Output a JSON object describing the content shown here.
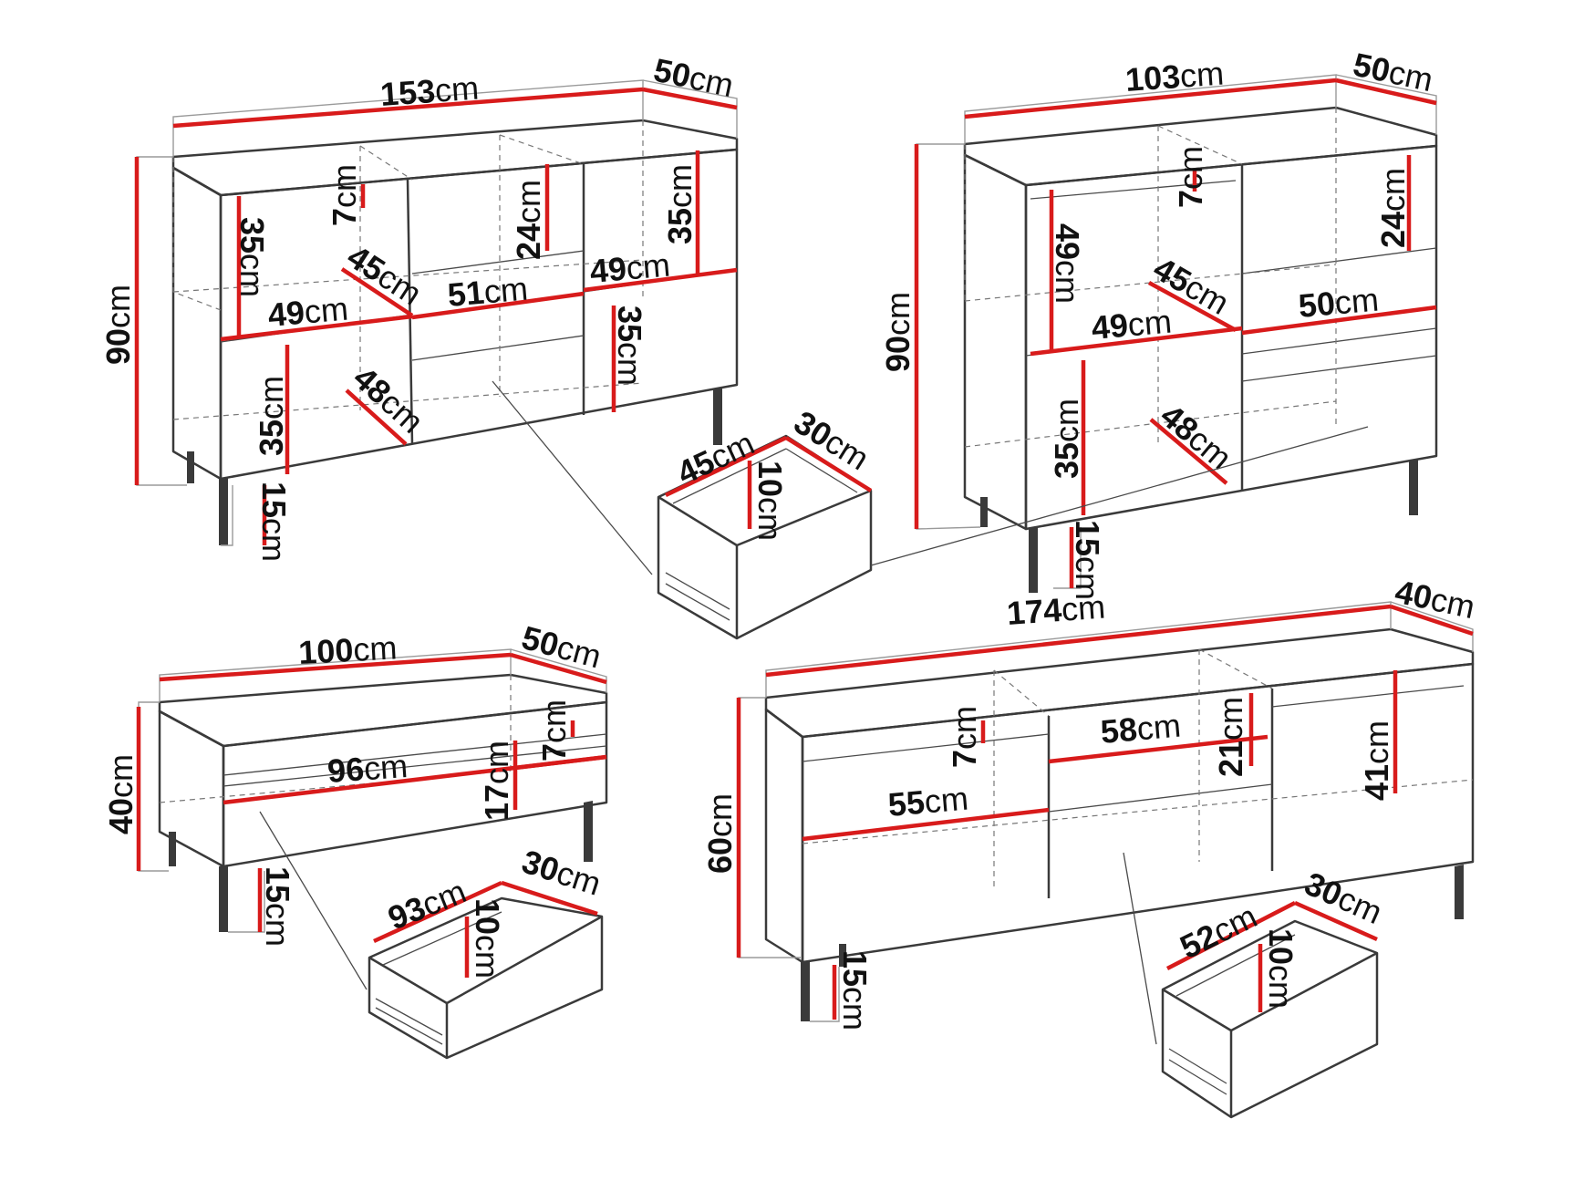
{
  "sideboard_large": {
    "width": {
      "num": "153",
      "unit": "cm"
    },
    "depth": {
      "num": "50",
      "unit": "cm"
    },
    "height": {
      "num": "90",
      "unit": "cm"
    },
    "legs": {
      "num": "15",
      "unit": "cm"
    },
    "top_gap": {
      "num": "7",
      "unit": "cm"
    },
    "left_upper_height": {
      "num": "35",
      "unit": "cm"
    },
    "left_upper_width": {
      "num": "49",
      "unit": "cm"
    },
    "left_upper_depth": {
      "num": "45",
      "unit": "cm"
    },
    "left_lower_height": {
      "num": "35",
      "unit": "cm"
    },
    "left_lower_depth": {
      "num": "48",
      "unit": "cm"
    },
    "middle_height": {
      "num": "24",
      "unit": "cm"
    },
    "middle_width": {
      "num": "51",
      "unit": "cm"
    },
    "right_upper_height": {
      "num": "35",
      "unit": "cm"
    },
    "right_upper_width": {
      "num": "49",
      "unit": "cm"
    },
    "right_lower_height": {
      "num": "35",
      "unit": "cm"
    },
    "drawer": {
      "width": {
        "num": "45",
        "unit": "cm"
      },
      "depth": {
        "num": "30",
        "unit": "cm"
      },
      "height": {
        "num": "10",
        "unit": "cm"
      }
    }
  },
  "sideboard_small": {
    "width": {
      "num": "103",
      "unit": "cm"
    },
    "depth": {
      "num": "50",
      "unit": "cm"
    },
    "height": {
      "num": "90",
      "unit": "cm"
    },
    "legs": {
      "num": "15",
      "unit": "cm"
    },
    "top_gap": {
      "num": "7",
      "unit": "cm"
    },
    "left_upper_height": {
      "num": "49",
      "unit": "cm"
    },
    "left_upper_depth": {
      "num": "45",
      "unit": "cm"
    },
    "left_upper_width": {
      "num": "49",
      "unit": "cm"
    },
    "left_lower_height": {
      "num": "35",
      "unit": "cm"
    },
    "left_lower_depth": {
      "num": "48",
      "unit": "cm"
    },
    "right_drawer_height": {
      "num": "24",
      "unit": "cm"
    },
    "right_width": {
      "num": "50",
      "unit": "cm"
    }
  },
  "bench": {
    "width": {
      "num": "100",
      "unit": "cm"
    },
    "depth": {
      "num": "50",
      "unit": "cm"
    },
    "height": {
      "num": "40",
      "unit": "cm"
    },
    "legs": {
      "num": "15",
      "unit": "cm"
    },
    "top_gap": {
      "num": "7",
      "unit": "cm"
    },
    "inner_width": {
      "num": "96",
      "unit": "cm"
    },
    "drawer_front": {
      "num": "17",
      "unit": "cm"
    },
    "drawer": {
      "width": {
        "num": "93",
        "unit": "cm"
      },
      "depth": {
        "num": "30",
        "unit": "cm"
      },
      "height": {
        "num": "10",
        "unit": "cm"
      }
    }
  },
  "tv_stand": {
    "width": {
      "num": "174",
      "unit": "cm"
    },
    "depth": {
      "num": "40",
      "unit": "cm"
    },
    "height": {
      "num": "60",
      "unit": "cm"
    },
    "legs": {
      "num": "15",
      "unit": "cm"
    },
    "top_gap": {
      "num": "7",
      "unit": "cm"
    },
    "left_width": {
      "num": "55",
      "unit": "cm"
    },
    "middle_width": {
      "num": "58",
      "unit": "cm"
    },
    "middle_height": {
      "num": "21",
      "unit": "cm"
    },
    "right_height": {
      "num": "41",
      "unit": "cm"
    },
    "drawer": {
      "width": {
        "num": "52",
        "unit": "cm"
      },
      "depth": {
        "num": "30",
        "unit": "cm"
      },
      "height": {
        "num": "10",
        "unit": "cm"
      }
    }
  }
}
